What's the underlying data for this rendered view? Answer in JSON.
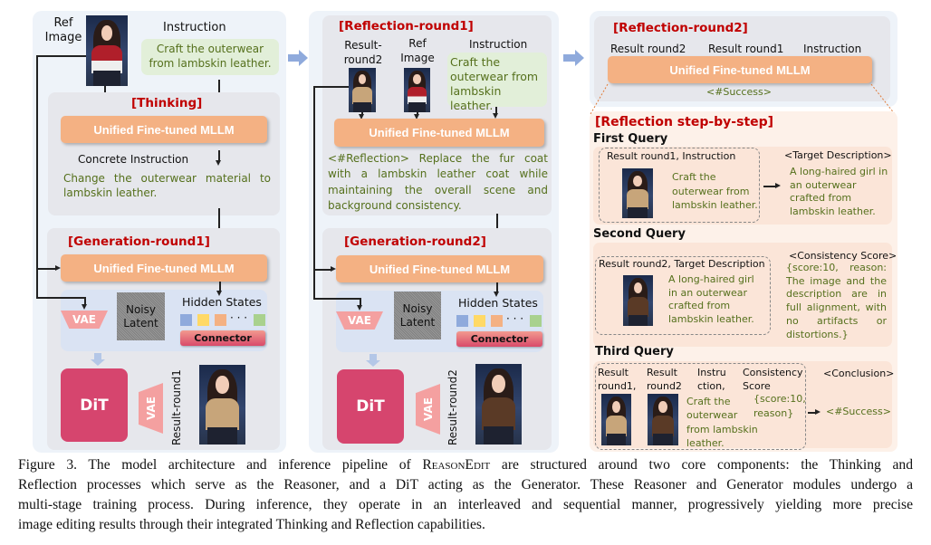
{
  "panel1": {
    "ref_image_label": "Ref Image",
    "instruction_label": "Instruction",
    "instruction_text": "Craft the outerwear from lambskin leather.",
    "thinking_title": "[Thinking]",
    "mllm": "Unified Fine-tuned MLLM",
    "concrete_label": "Concrete Instruction",
    "concrete_text": "Change the outerwear material to lambskin leather.",
    "generation_title": "[Generation-round1]",
    "vae": "VAE",
    "noisy_latent": "Noisy Latent",
    "hidden_states": "Hidden States",
    "dots": "· · ·",
    "connector": "Connector",
    "dit": "DiT",
    "result_label": "Result-round1"
  },
  "panel2": {
    "reflection_title": "[Reflection-round1]",
    "result_label": "Result-round2",
    "ref_label": "Ref Image",
    "instruction_label": "Instruction",
    "instruction_text": "Craft the outerwear from lambskin leather.",
    "mllm": "Unified Fine-tuned MLLM",
    "reflection_text": "<#Reflection> Replace the fur coat with a lambskin leather coat while maintaining the overall scene and background consistency.",
    "generation_title": "[Generation-round2]",
    "vae": "VAE",
    "noisy_latent": "Noisy Latent",
    "hidden_states": "Hidden States",
    "dots": "· · ·",
    "connector": "Connector",
    "dit": "DiT"
  },
  "panel3": {
    "reflection_title": "[Reflection-round2]",
    "inputs": [
      "Result round2",
      "Result round1",
      "Instruction"
    ],
    "mllm": "Unified Fine-tuned MLLM",
    "output": "<#Success>",
    "step_title": "[Reflection step-by-step]",
    "first": {
      "title": "First Query",
      "inputs": "Result round1, Instruction",
      "instruction": "Craft the outerwear from lambskin leather.",
      "out_label": "<Target Description>",
      "out_text": "A long-haired girl in an outerwear crafted from lambskin leather."
    },
    "second": {
      "title": "Second Query",
      "inputs": "Result round2, Target Description",
      "description": "A long-haired girl in an outerwear crafted from lambskin leather.",
      "out_label": "<Consistency Score>",
      "out_text": "{score:10, reason: The image and the description are in full alignment, with no artifacts or distortions.}"
    },
    "third": {
      "title": "Third Query",
      "in1": "Result round1,",
      "in2": "Result round2",
      "in3": "Instru ction,",
      "in4": "Consistency Score",
      "instruction": "Craft the outerwear from lambskin leather.",
      "score": "{score:10, reason}",
      "out_label": "<Conclusion>",
      "out_text": "<#Success>"
    }
  },
  "caption": {
    "line1_a": "Figure 3. The model architecture and inference pipeline of ",
    "name": "ReasonEdit",
    "line1_b": " are structured around two core components: the Thinking and",
    "line2": "Reflection processes which serve as the Reasoner, and a DiT acting as the Generator. These Reasoner and Generator modules undergo a",
    "line3": "multi-stage training process. During inference, they operate in an interleaved and sequential manner, progressively yielding more precise",
    "line4": "image editing results through their integrated Thinking and Reflection capabilities."
  },
  "colors": {
    "accent_red": "#c00000",
    "mllm": "#f4b183",
    "dit": "#d6456e",
    "vae": "#f4a0a0",
    "text_green": "#55701c",
    "tokens": [
      "#8faadc",
      "#ffd966",
      "#f4b183",
      "#a9d18e"
    ]
  },
  "icons": [
    "arrow-right-icon",
    "arrow-down-icon"
  ]
}
